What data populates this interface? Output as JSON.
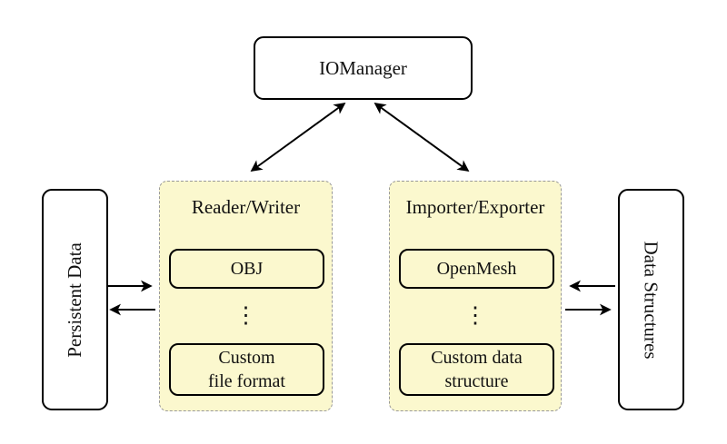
{
  "diagram": {
    "nodes": {
      "io_manager": "IOManager",
      "persistent_data": "Persistent Data",
      "data_structures": "Data Structures"
    },
    "panels": {
      "reader_writer": {
        "title": "Reader/Writer",
        "top_node": "OBJ",
        "dots": "⋮",
        "bottom_node_lines": [
          "Custom",
          "file format"
        ]
      },
      "importer_exporter": {
        "title": "Importer/Exporter",
        "top_node": "OpenMesh",
        "dots": "⋮",
        "bottom_node_lines": [
          "Custom data",
          "structure"
        ]
      }
    },
    "colors": {
      "panel_fill": "#FBF8CE",
      "panel_border": "#999999",
      "node_border": "#000000",
      "background": "#FFFFFF",
      "arrow": "#000000"
    }
  }
}
